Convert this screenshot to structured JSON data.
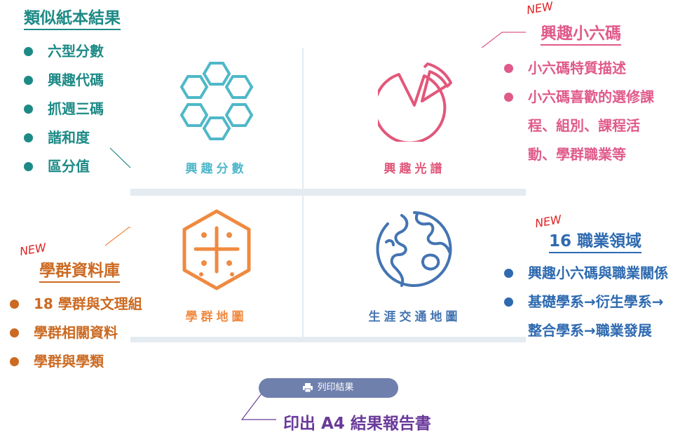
{
  "colors": {
    "teal": "#1d8a86",
    "pink": "#e05a8a",
    "orange": "#cc6a22",
    "blue": "#2e6ab0",
    "purple": "#6a3a9a",
    "new_red": "#e02020",
    "tile_hex": "#4fb8c9",
    "tile_pie": "#e2577a",
    "tile_map": "#ef8a41",
    "tile_globe": "#4474b2"
  },
  "tiles": [
    {
      "label": "興趣分數",
      "icon": "hexagon-ring-icon"
    },
    {
      "label": "興趣光譜",
      "icon": "pie-chart-icon"
    },
    {
      "label": "學群地圖",
      "icon": "hexagon-map-icon"
    },
    {
      "label": "生涯交通地圖",
      "icon": "globe-icon"
    }
  ],
  "left_top": {
    "heading": "類似紙本結果",
    "items": [
      "六型分數",
      "興趣代碼",
      "抓週三碼",
      "諧和度",
      "區分值"
    ]
  },
  "right_top": {
    "new": "NEW",
    "heading": "興趣小六碼",
    "items": [
      "小六碼特質描述",
      "小六碼喜歡的選修課"
    ],
    "continuation": [
      "程、組別、課程活",
      "動、學群職業等"
    ]
  },
  "left_bottom": {
    "new": "NEW",
    "heading": "學群資料庫",
    "items": [
      "18 學群與文理組",
      "學群相關資料",
      "學群與學類"
    ]
  },
  "right_bottom": {
    "new": "NEW",
    "heading": "16 職業領域",
    "items": [
      "興趣小六碼與職業關係",
      "基礎學系→衍生學系→"
    ],
    "continuation": [
      "整合學系→職業發展"
    ]
  },
  "print": {
    "button_label": "列印結果",
    "caption": "印出 A4 結果報告書"
  }
}
